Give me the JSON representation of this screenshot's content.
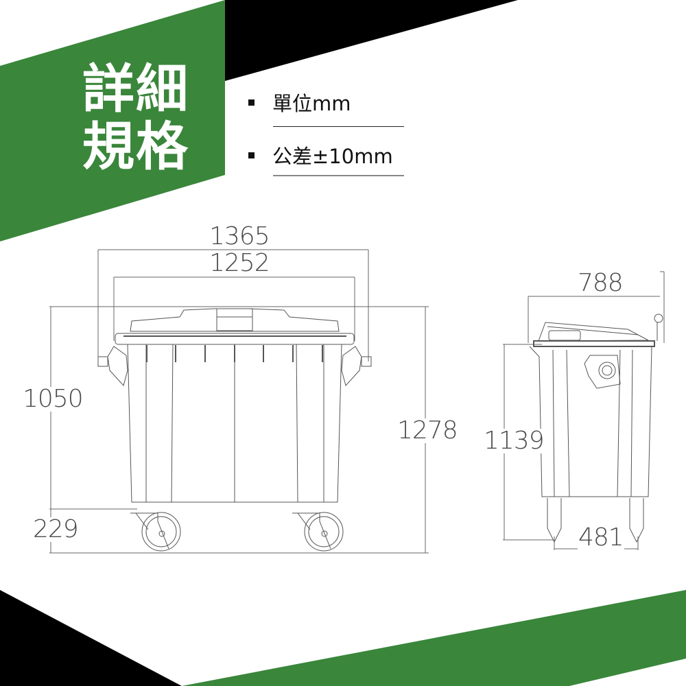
{
  "header": {
    "title_line1": "詳細",
    "title_line2": "規格"
  },
  "specs": [
    {
      "label": "單位mm"
    },
    {
      "label": "公差±10mm"
    }
  ],
  "front_view": {
    "dimensions": {
      "overall_width": "1365",
      "body_width": "1252",
      "body_height": "1050",
      "wheel_height": "229",
      "overall_height": "1278"
    }
  },
  "side_view": {
    "dimensions": {
      "depth": "788",
      "height": "1139",
      "wheel_base": "481"
    }
  },
  "colors": {
    "brand_green": "#3a863b",
    "black": "#000000",
    "line": "#555555"
  }
}
